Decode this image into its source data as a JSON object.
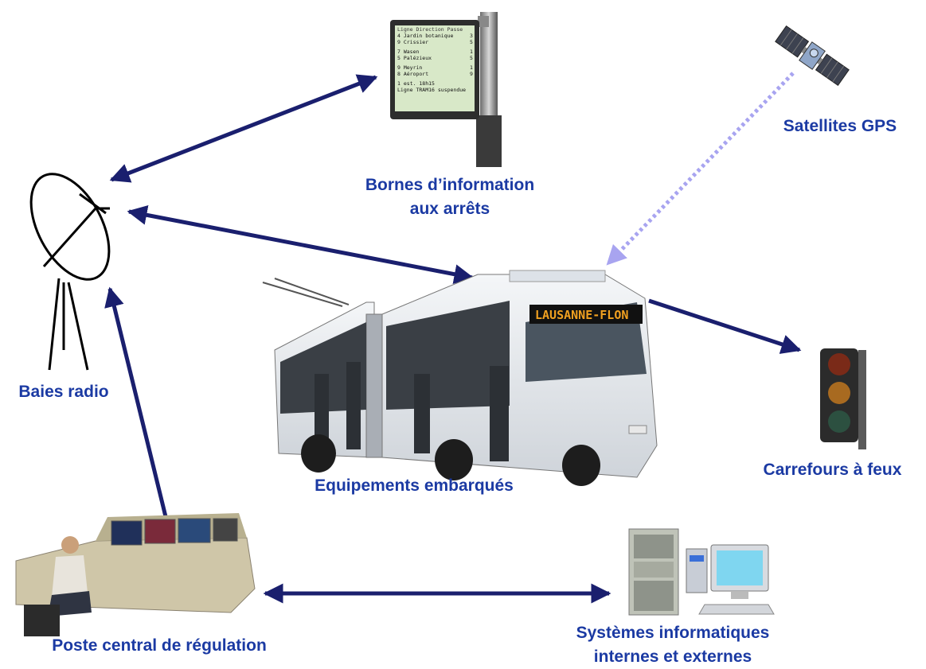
{
  "labels": {
    "bornes": "Bornes d’information\naux arrêts",
    "gps": "Satellites GPS",
    "baies": "Baies radio",
    "equipements": "Equipements embarqués",
    "carrefours": "Carrefours à feux",
    "poste": "Poste central de régulation",
    "systemes": "Systèmes informatiques\ninternes et externes"
  },
  "borne_screen": {
    "header": [
      "Ligne",
      "Direction",
      "Passe"
    ],
    "rows": [
      {
        "line": "4",
        "dest": "Jardin botanique",
        "min": "3"
      },
      {
        "line": "9",
        "dest": "Crissier",
        "min": "5"
      },
      {
        "line": "7",
        "dest": "Wasen",
        "min": "1"
      },
      {
        "line": "5",
        "dest": "Palézieux",
        "min": "5"
      },
      {
        "line": "9",
        "dest": "Meyrin",
        "min": "1"
      },
      {
        "line": "8",
        "dest": "Aéroport",
        "min": "9"
      }
    ],
    "footer": [
      "1  est. 18h15",
      "Ligne TRAM16 suspendue"
    ]
  },
  "bus_display": "LAUSANNE-FLON",
  "colors": {
    "label": "#1b3aa3",
    "arrow": "#1a1f6e",
    "gps_arrow": "#a8a4f0"
  }
}
